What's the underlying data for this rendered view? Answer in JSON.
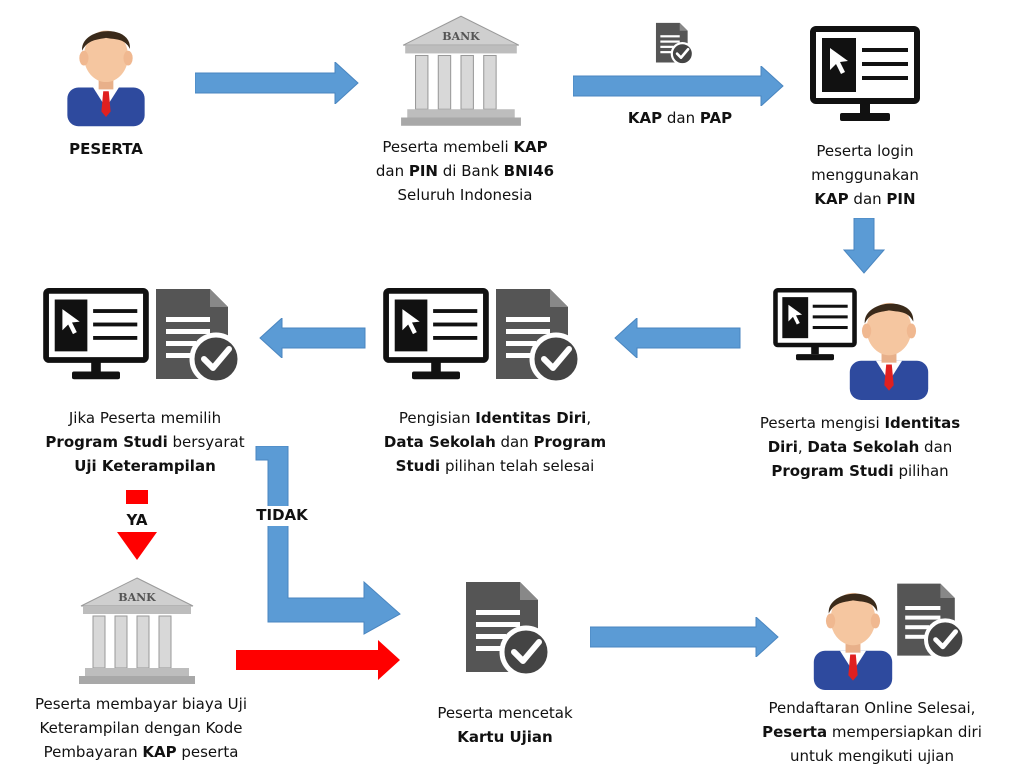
{
  "colors": {
    "arrow_blue": "#5b9bd5",
    "arrow_red": "#ff0000",
    "skin": "#f5c6a0",
    "suit": "#2e4a9e",
    "hair": "#3a2a1a",
    "tie": "#e02020",
    "monitor": "#111111",
    "doc": "#555555"
  },
  "nodes": {
    "peserta": {
      "label": "PESERTA"
    },
    "bank1": {
      "sign": "BANK",
      "line1_pre": "Peserta membeli ",
      "line1_b": "KAP",
      "line2_pre": "dan ",
      "line2_b1": "PIN",
      "line2_mid": " di Bank ",
      "line2_b2": "BNI46",
      "line3": "Seluruh Indonesia"
    },
    "kap_pap": {
      "b1": "KAP",
      "mid": " dan ",
      "b2": "PAP"
    },
    "login": {
      "line1": "Peserta login",
      "line2": "menggunakan",
      "line3_b1": "KAP",
      "line3_mid": " dan ",
      "line3_b2": "PIN"
    },
    "mengisi": {
      "line1_pre": "Peserta mengisi ",
      "line1_b": "Identitas",
      "line2_b1": "Diri",
      "line2_mid1": ", ",
      "line2_b2": "Data Sekolah",
      "line2_mid2": " dan",
      "line3_b": "Program Studi",
      "line3_post": " pilihan"
    },
    "selesai_isi": {
      "line1_pre": "Pengisian ",
      "line1_b": "Identitas Diri",
      "line1_post": ",",
      "line2_b1": "Data Sekolah",
      "line2_mid": " dan ",
      "line2_b2": "Program",
      "line3_b": "Studi",
      "line3_post": " pilihan telah selesai"
    },
    "jika": {
      "line1": "Jika Peserta memilih",
      "line2_b": "Program Studi",
      "line2_post": " bersyarat",
      "line3_b": "Uji Keterampilan"
    },
    "ya": "YA",
    "tidak": "TIDAK",
    "bank2": {
      "sign": "BANK",
      "line1": "Peserta membayar biaya Uji",
      "line2": "Keterampilan dengan Kode",
      "line3_pre": "Pembayaran ",
      "line3_b": "KAP",
      "line3_post": " peserta"
    },
    "cetak": {
      "line1": "Peserta mencetak",
      "line2_b": "Kartu Ujian"
    },
    "final": {
      "line1": "Pendaftaran Online Selesai,",
      "line2_b": "Peserta",
      "line2_post": " mempersiapkan diri",
      "line3": "untuk mengikuti ujian"
    }
  }
}
